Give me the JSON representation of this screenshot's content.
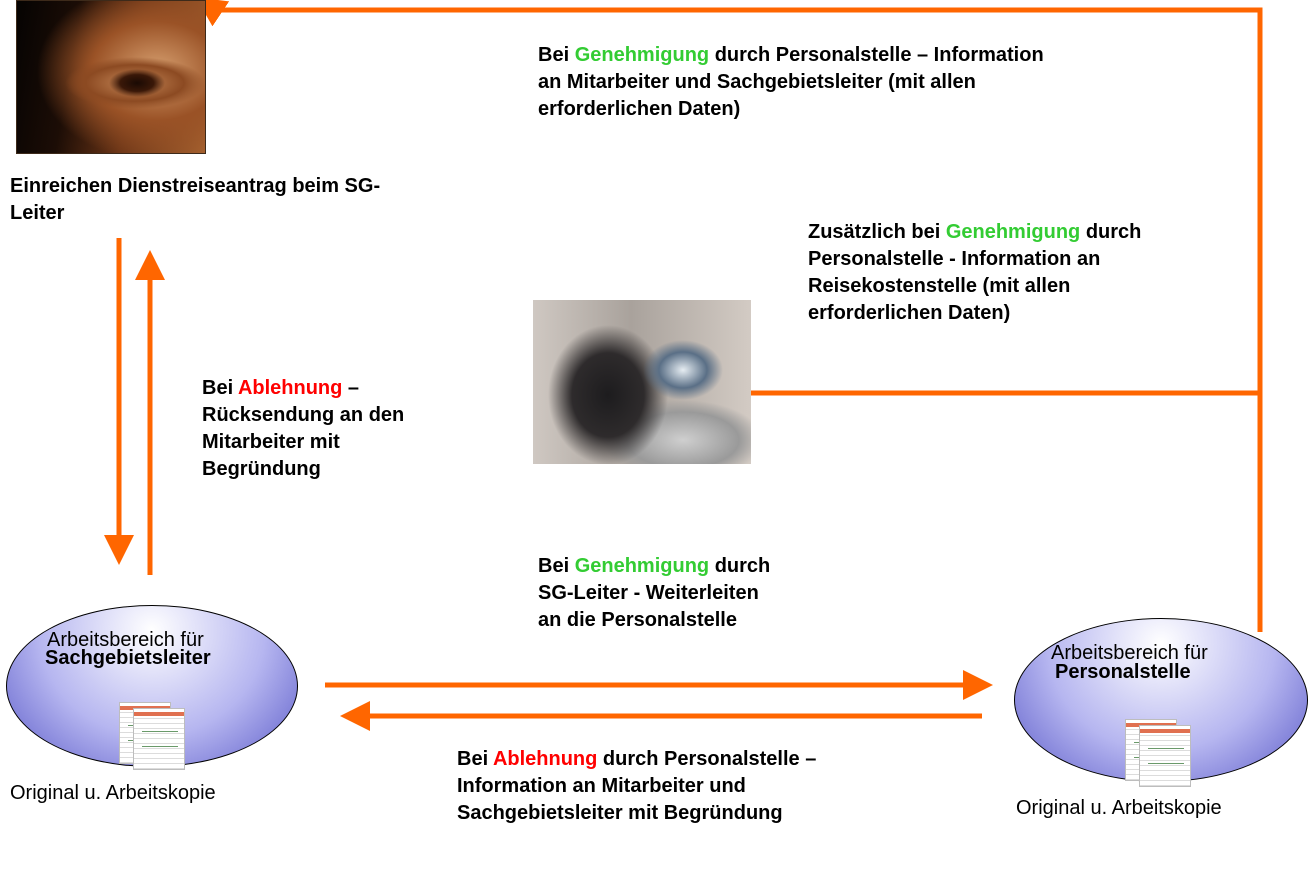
{
  "nodes": {
    "employee": {
      "caption": "Einreichen Dienstreiseantrag beim SG-Leiter"
    },
    "sg_leiter": {
      "title_line1": "Arbeitsbereich für",
      "title_line2": "Sachgebietsleiter",
      "caption": "Original u. Arbeitskopie"
    },
    "personalstelle": {
      "title_line1": "Arbeitsbereich für",
      "title_line2": "Personalstelle",
      "caption": "Original u. Arbeitskopie"
    }
  },
  "labels": {
    "top": {
      "prefix": "Bei ",
      "keyword": "Genehmigung",
      "suffix": " durch Personalstelle – Information an Mitarbeiter und Sachgebietsleiter (mit allen erforderlichen Daten)"
    },
    "reisekosten": {
      "prefix": "Zusätzlich bei ",
      "keyword": "Genehmigung",
      "suffix": " durch Personalstelle - Information an Reisekostenstelle (mit allen erforderlichen Daten)"
    },
    "ablehnung_sg": {
      "prefix": "Bei ",
      "keyword": "Ablehnung",
      "suffix": " – Rücksendung an den Mitarbeiter mit Begründung"
    },
    "genehmigung_sg": {
      "prefix": "Bei ",
      "keyword": "Genehmigung",
      "suffix": " durch SG-Leiter - Weiterleiten an die Personalstelle"
    },
    "ablehnung_ps": {
      "prefix": "Bei ",
      "keyword": "Ablehnung",
      "suffix": " durch Personalstelle – Information an Mitarbeiter und Sachgebietsleiter mit Begründung"
    }
  },
  "colors": {
    "arrow": "#ff6600",
    "approval": "#33cc33",
    "rejection": "#ff0000"
  }
}
